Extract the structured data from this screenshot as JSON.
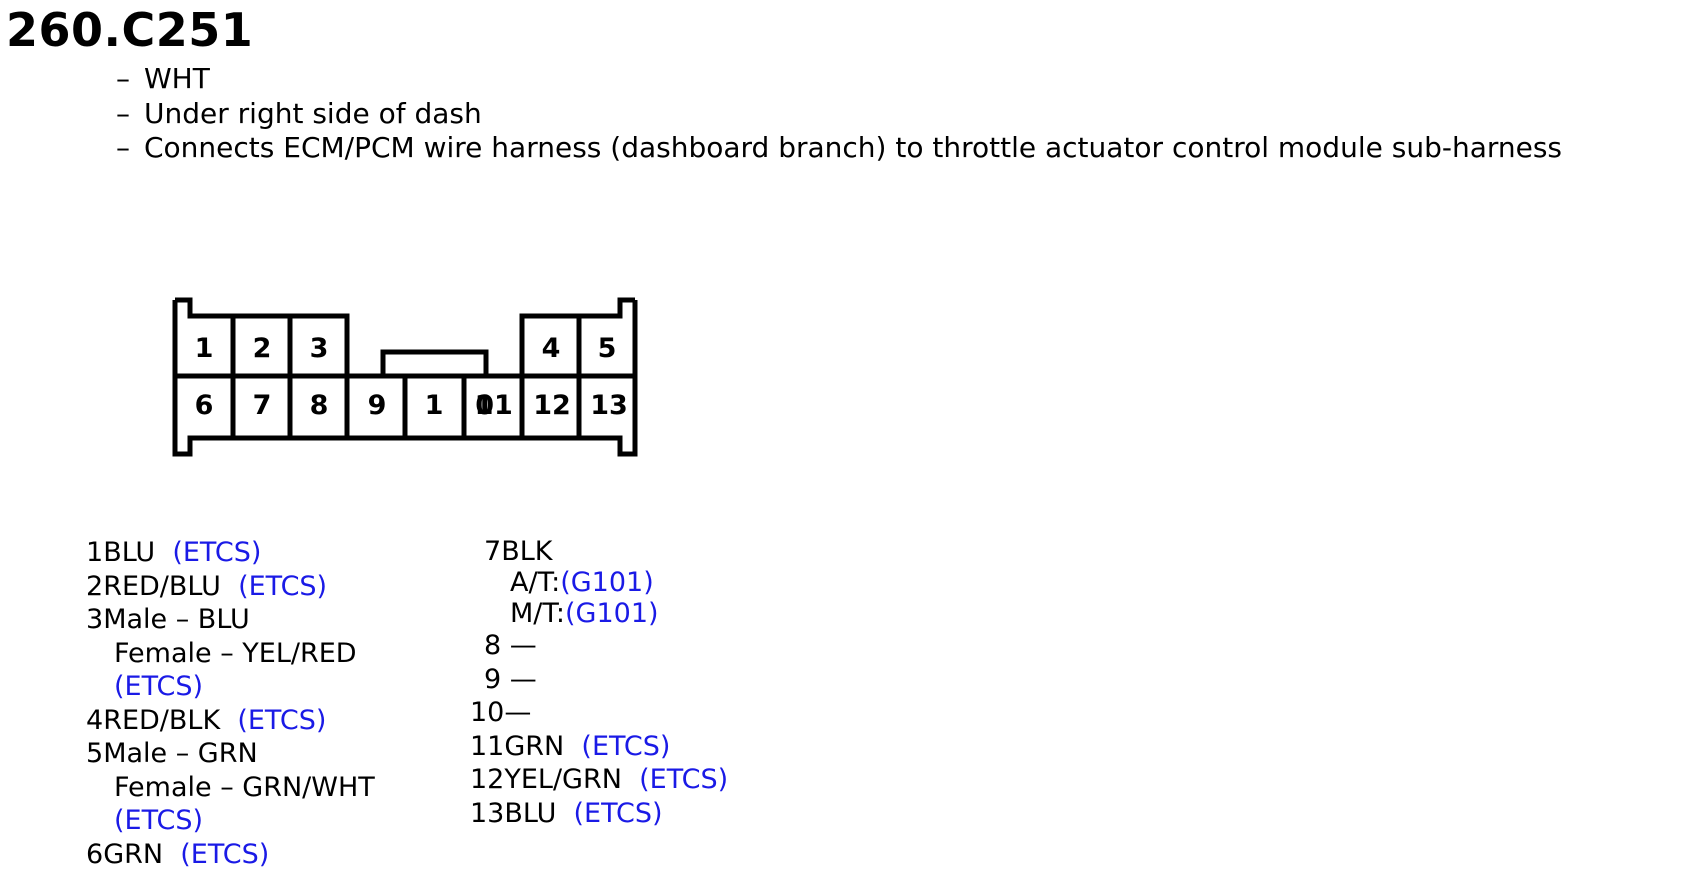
{
  "title": "260.C251",
  "details": [
    "WHT",
    "Under right side of dash",
    "Connects ECM/PCM wire harness (dashboard branch) to throttle actuator control module sub-harness"
  ],
  "details_bullet": "–",
  "connector": {
    "top_row": [
      "1",
      "2",
      "3",
      "4",
      "5"
    ],
    "bottom_row": [
      "6",
      "7",
      "8",
      "9",
      "1",
      "01",
      "12",
      "13"
    ],
    "overlap_glyph": "1"
  },
  "pins_left": [
    {
      "num": "1",
      "wire": "BLU",
      "link": "(ETCS)"
    },
    {
      "num": "2",
      "wire": "RED/BLU",
      "link": "(ETCS)"
    },
    {
      "num": "3",
      "wire": "Male – BLU",
      "sub": "Female – YEL/RED",
      "link": "(ETCS)"
    },
    {
      "num": "4",
      "wire": "RED/BLK",
      "link": "(ETCS)"
    },
    {
      "num": "5",
      "wire": "Male – GRN",
      "sub": "Female – GRN/WHT",
      "link": "(ETCS)"
    },
    {
      "num": "6",
      "wire": "GRN",
      "link": "(ETCS)"
    }
  ],
  "pins_right": [
    {
      "num": "7",
      "wire": "BLK",
      "at_label": "A/T:",
      "at_link": "(G101)",
      "mt_label": "M/T:",
      "mt_link": "(G101)"
    },
    {
      "num": "8",
      "wire": "—"
    },
    {
      "num": "9",
      "wire": "—"
    },
    {
      "num": "10",
      "wire": "—"
    },
    {
      "num": "11",
      "wire": "GRN",
      "link": "(ETCS)"
    },
    {
      "num": "12",
      "wire": "YEL/GRN",
      "link": "(ETCS)"
    },
    {
      "num": "13",
      "wire": "BLU",
      "link": "(ETCS)"
    }
  ],
  "colors": {
    "link": "#1a1ae6",
    "text": "#000000"
  }
}
